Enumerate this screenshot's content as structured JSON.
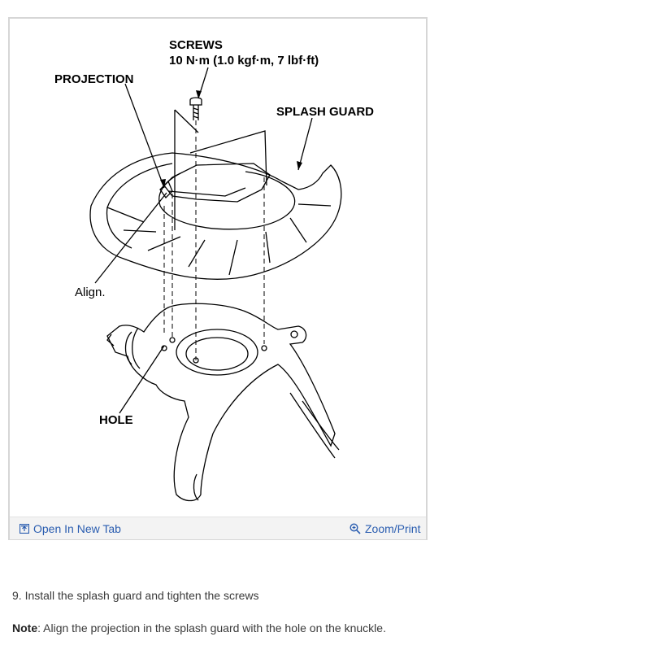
{
  "figure": {
    "labels": {
      "screws_title": "SCREWS",
      "screws_spec": "10 N·m (1.0 kgf·m, 7 lbf·ft)",
      "projection": "PROJECTION",
      "splash_guard": "SPLASH GUARD",
      "align": "Align.",
      "hole": "HOLE"
    },
    "icons": {
      "open_tab": "open-in-new-tab-icon",
      "zoom": "zoom-in-icon"
    }
  },
  "toolbar": {
    "open_label": "Open In New Tab",
    "zoom_label": "Zoom/Print"
  },
  "instructions": {
    "step": "9. Install the splash guard and tighten the screws",
    "note_label": "Note",
    "note_text": ": Align the projection in the splash guard with the hole on the knuckle."
  },
  "colors": {
    "link": "#2a5db0",
    "frame_border": "#d6d6d6",
    "toolbar_bg": "#f3f3f3"
  }
}
